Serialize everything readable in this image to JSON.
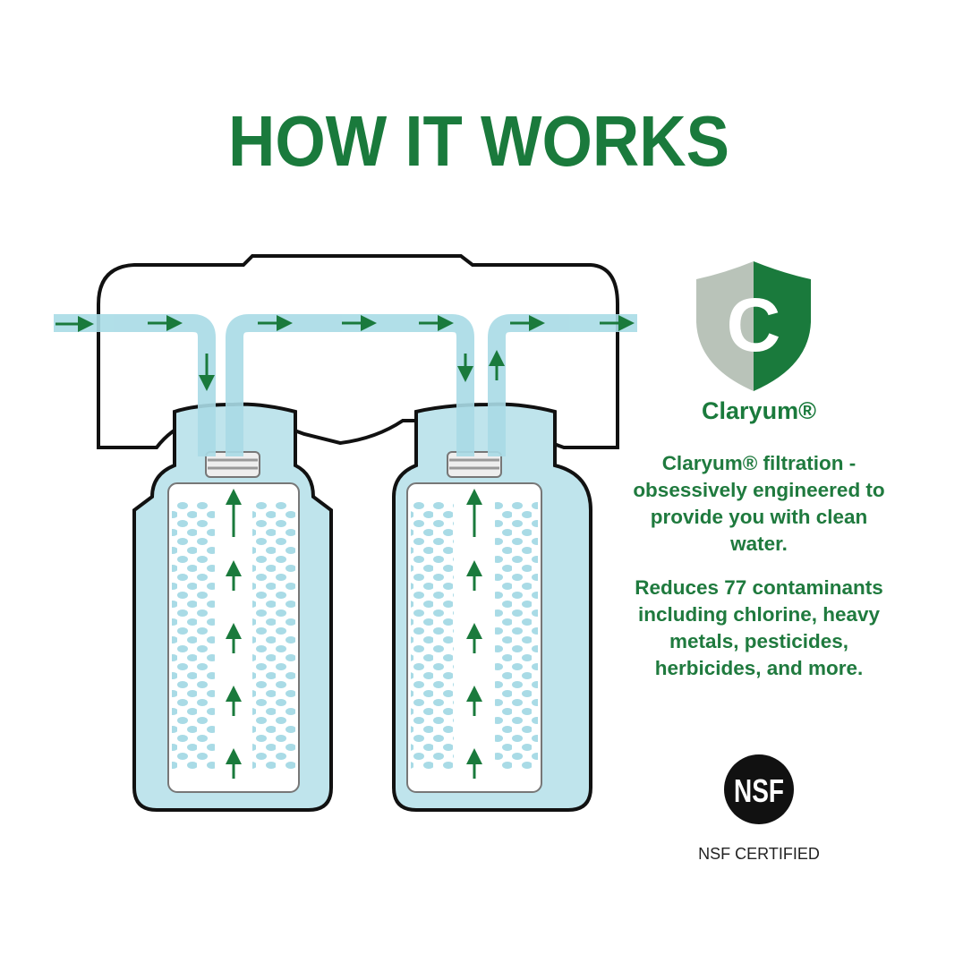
{
  "title": "HOW IT WORKS",
  "brand": {
    "logo_letter": "C",
    "name": "Claryum®",
    "colors": {
      "green": "#1a7a3c",
      "grey": "#b9c3b9"
    }
  },
  "description": "Claryum® filtration - obsessively engineered to provide you with clean water.",
  "reduction": "Reduces 77 contaminants including chlorine, heavy metals, pesticides, herbicides, and more.",
  "certification": {
    "logo_text": "NSF",
    "label": "NSF CERTIFIED"
  },
  "diagram": {
    "filters": 2,
    "water_color": "#a9dbe6",
    "arrow_color": "#1a7a3c"
  }
}
